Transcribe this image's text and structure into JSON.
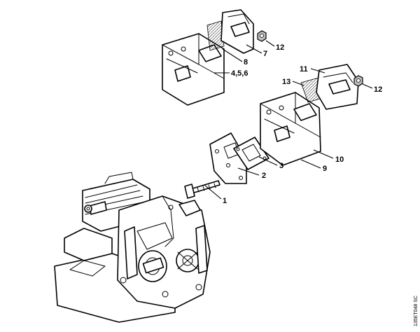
{
  "callouts": [
    {
      "id": "1",
      "label": "1"
    },
    {
      "id": "2",
      "label": "2"
    },
    {
      "id": "3",
      "label": "3"
    },
    {
      "id": "456",
      "label": "4,5,6"
    },
    {
      "id": "7",
      "label": "7"
    },
    {
      "id": "8",
      "label": "8"
    },
    {
      "id": "9",
      "label": "9"
    },
    {
      "id": "10",
      "label": "10"
    },
    {
      "id": "11",
      "label": "11"
    },
    {
      "id": "12a",
      "label": "12"
    },
    {
      "id": "12b",
      "label": "12"
    },
    {
      "id": "13",
      "label": "13"
    }
  ],
  "reference_code": "135ET048 SC"
}
